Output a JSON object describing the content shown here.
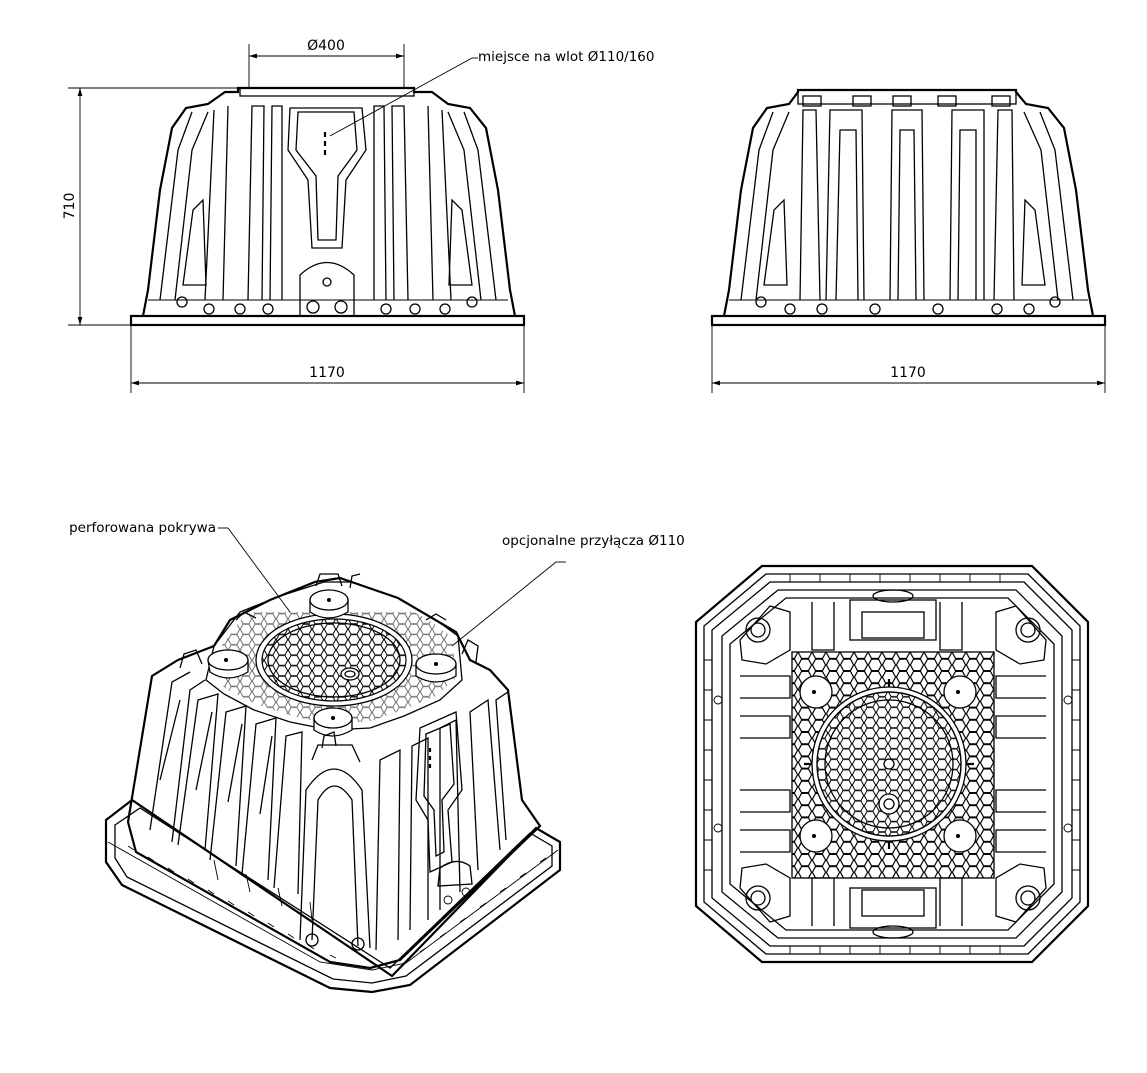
{
  "views": {
    "front_elevation": {
      "dim_top_diameter": "Ø400",
      "dim_height": "710",
      "dim_width": "1170",
      "callout_inlet": "miejsce na wlot Ø110/160"
    },
    "side_elevation": {
      "dim_width": "1170"
    },
    "isometric": {
      "callout_cover": "perforowana pokrywa",
      "callout_connections": "opcjonalne przyłącza Ø110"
    },
    "top_view": {}
  }
}
